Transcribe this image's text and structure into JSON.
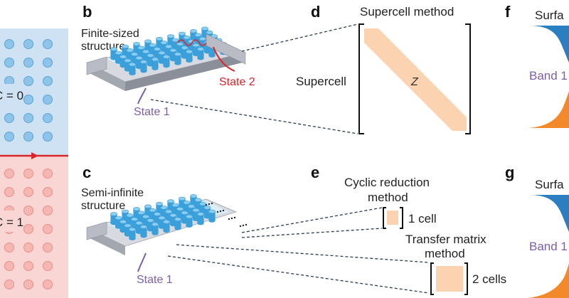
{
  "panels": {
    "b": "b",
    "c": "c",
    "d": "d",
    "e": "e",
    "f": "f",
    "g": "g"
  },
  "left_strip": {
    "top_label": "C = 0",
    "bottom_label": "C = 1",
    "colors": {
      "top": "#cfe2f3",
      "bottom": "#f9d6d3",
      "edge": "#d9262b"
    }
  },
  "panel_b": {
    "structure_line1": "Finite-sized",
    "structure_line2": "structure",
    "state1": "State 1",
    "state2": "State 2"
  },
  "panel_c": {
    "structure_line1": "Semi-infinite",
    "structure_line2": "structure",
    "state1": "State 1"
  },
  "panel_d": {
    "title": "Supercell method",
    "matrix_label": "Supercell",
    "diag_label": "Z"
  },
  "panel_e": {
    "cyclic_line1": "Cyclic reduction",
    "cyclic_line2": "method",
    "cyclic_cells": "1 cell",
    "transfer_line1": "Transfer matrix",
    "transfer_line2": "method",
    "transfer_cells": "2 cells"
  },
  "panel_f": {
    "label_top": "Surfa",
    "label_mid": "Band 1"
  },
  "panel_g": {
    "label_top": "Surfa",
    "label_mid": "Band 1"
  },
  "colors": {
    "pillar": "#3b9fd9",
    "pillar_top": "#8ccdf2",
    "plate": "#b9bcc4",
    "state1": "#7b5ea7",
    "state2": "#d9262b",
    "matrix_fill": "#fbd3b0",
    "band_blue": "#2b7fc0",
    "band_orange": "#f28a2c"
  }
}
